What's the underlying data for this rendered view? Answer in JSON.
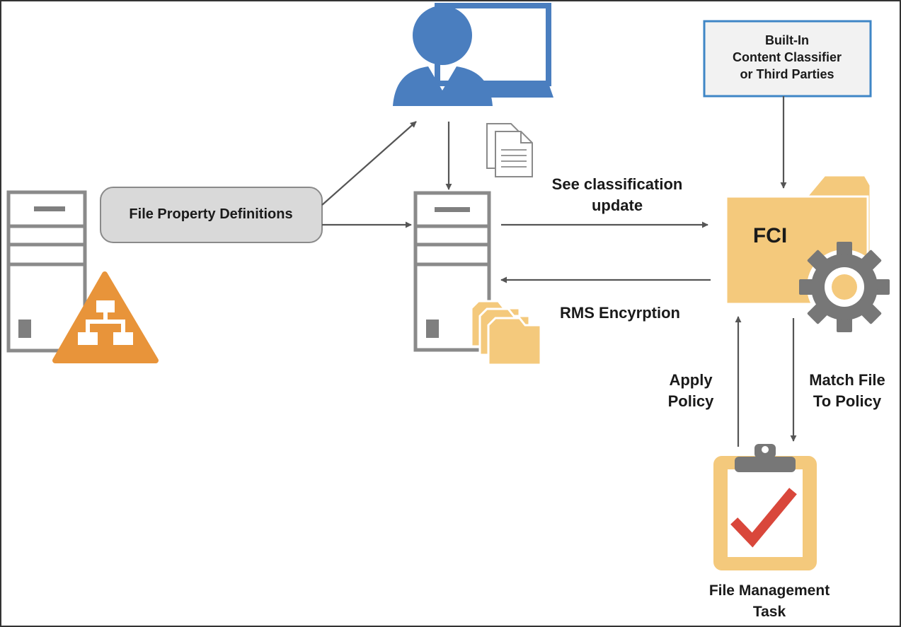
{
  "nodes": {
    "classifier": {
      "line1": "Built-In",
      "line2": "Content Classifier",
      "line3": "or Third Parties"
    },
    "property_definitions": {
      "label": "File Property Definitions"
    },
    "fci": {
      "label": "FCI"
    },
    "task": {
      "line1": "File Management",
      "line2": "Task"
    }
  },
  "edges": {
    "classification": {
      "line1": "See classification",
      "line2": "update"
    },
    "rms": {
      "label": "RMS Encyrption"
    },
    "apply": {
      "line1": "Apply",
      "line2": "Policy"
    },
    "match": {
      "line1": "Match File",
      "line2": "To Policy"
    }
  },
  "colors": {
    "arrow": "#555555",
    "server_outline": "#8a8a8a",
    "server_slot": "#7f7f7f",
    "user_blue": "#4a7ebf",
    "orange": "#e8943a",
    "folder": "#f4c97c",
    "gear": "#777777",
    "classifier_border": "#3f86c6",
    "check": "#d9473b"
  }
}
